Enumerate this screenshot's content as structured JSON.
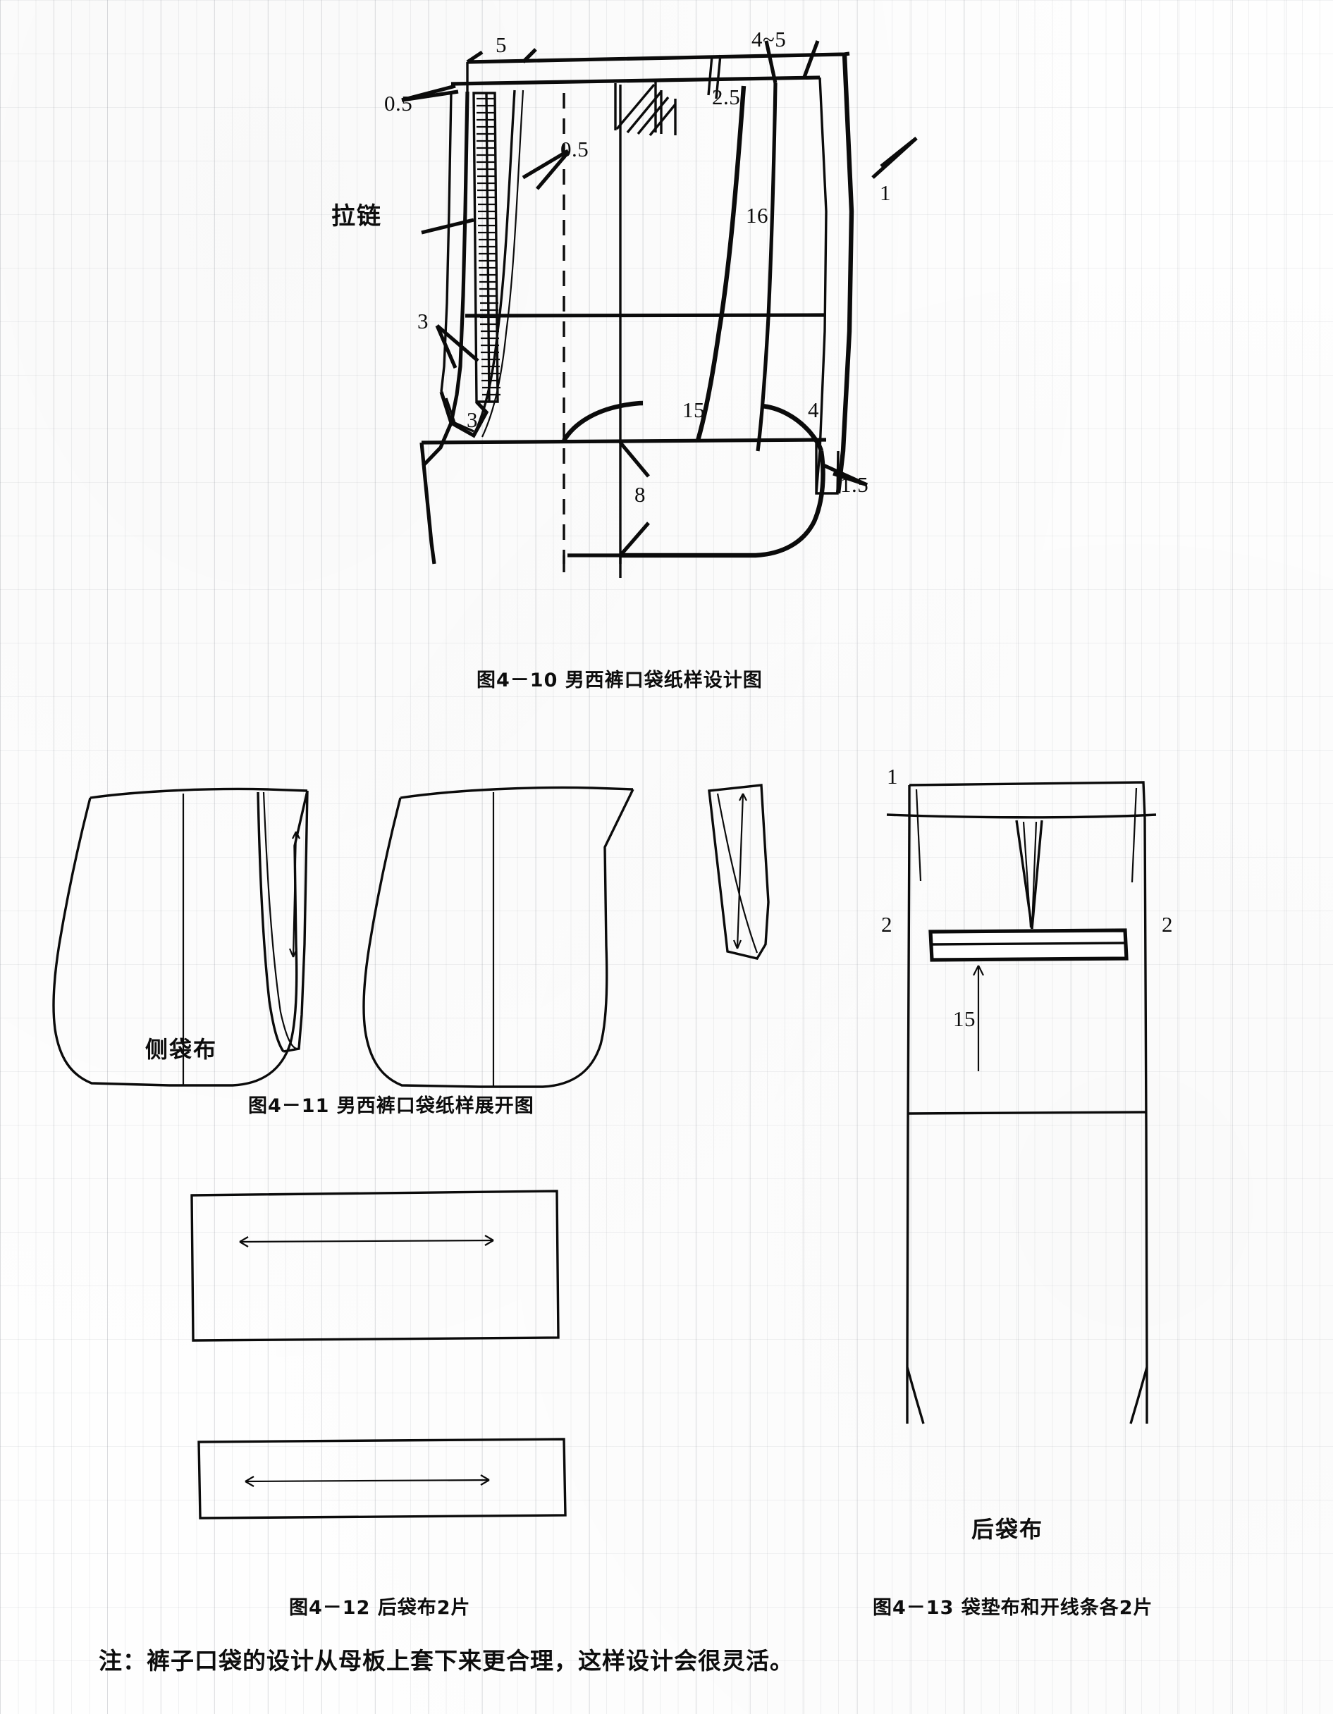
{
  "document": {
    "type": "sewing-pattern-technical-drawing",
    "language": "zh-CN",
    "subject": "男西裤口袋纸样设计",
    "note": "注：裤子口袋的设计从母板上套下来更合理，这样设计会很灵活。"
  },
  "figure_410": {
    "caption": "图4－10  男西裤口袋纸样设计图",
    "labels": {
      "top_center": "5",
      "top_right": "4~5",
      "upper_left": "0.5",
      "upper_mid": "0.5",
      "zipper": "拉链",
      "side_right": "2.5",
      "right_seam": "1",
      "inseam_len": "16",
      "left_mid": "3",
      "left_low": "3",
      "crotch": "15",
      "right_low": "4",
      "pocket_depth": "8",
      "right_bottom": "1.5"
    }
  },
  "figure_411": {
    "caption": "图4－11  男西裤口袋纸样展开图",
    "part_label": "侧袋布"
  },
  "figure_412": {
    "caption": "图4－12  后袋布2片"
  },
  "figure_413": {
    "caption": "图4－13  袋垫布和开线条各2片",
    "part_label": "后袋布",
    "labels": {
      "waist_top": "1",
      "side_left": "2",
      "side_right": "2",
      "pocket_drop": "15"
    }
  },
  "colors": {
    "ink": "#0b0b0b",
    "paper": "#fefefe",
    "grid": "#787d87"
  }
}
